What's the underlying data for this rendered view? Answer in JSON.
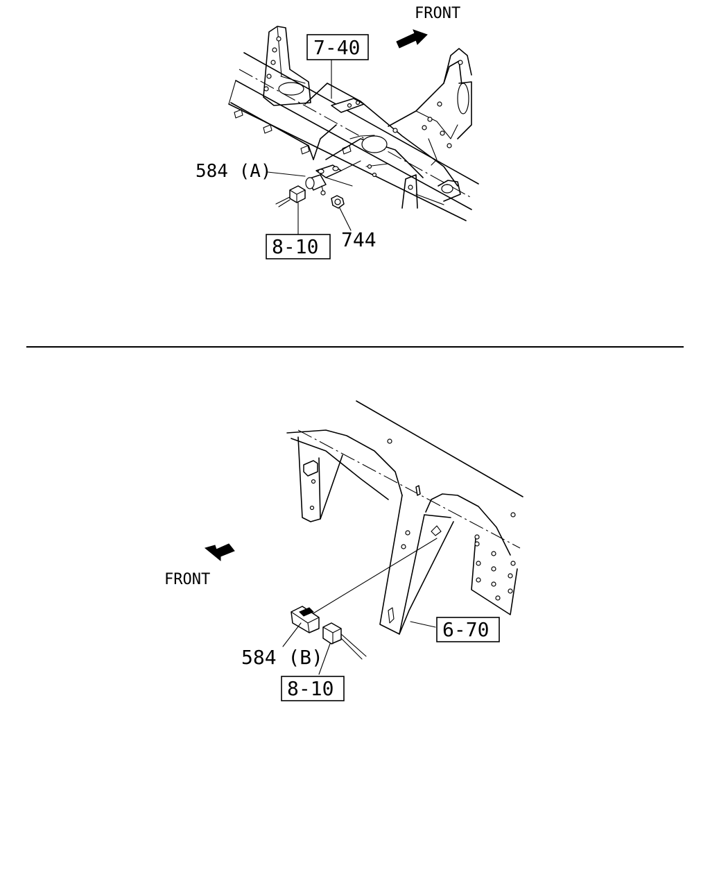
{
  "top_view": {
    "front_label": "FRONT",
    "part_labels": {
      "sensor_a": "584 (A)",
      "nut": "744"
    },
    "ref_boxes": {
      "frame": "7-40",
      "harness": "8-10"
    }
  },
  "bottom_view": {
    "front_label": "FRONT",
    "part_labels": {
      "sensor_b": "584 (B)"
    },
    "ref_boxes": {
      "crossmember": "6-70",
      "harness": "8-10"
    }
  },
  "icons": {
    "front_arrow_top": "arrow-right-icon",
    "front_arrow_bottom": "arrow-left-icon"
  },
  "colors": {
    "line": "#000000",
    "background": "#ffffff"
  }
}
